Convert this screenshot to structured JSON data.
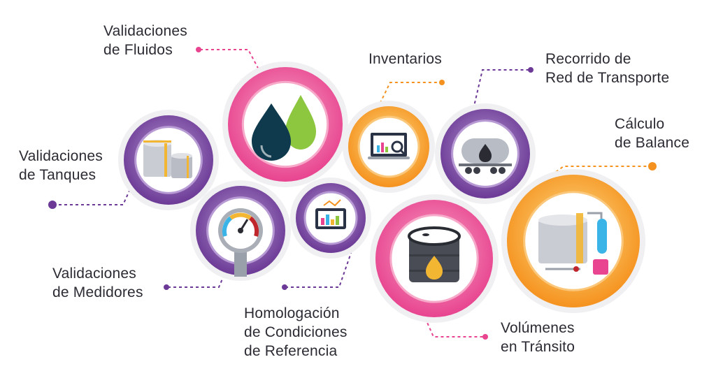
{
  "colors": {
    "pink": "#e8448f",
    "pink_light": "#f7a9c9",
    "purple": "#6c3a96",
    "purple_light": "#b79ad3",
    "orange": "#f5921f",
    "orange_light": "#fbc77a",
    "text": "#2b2b33"
  },
  "nodes": [
    {
      "id": "fluidos",
      "lines": [
        "Validaciones",
        "de Fluidos"
      ],
      "icon": "fluid-drops-icon",
      "color": "pink"
    },
    {
      "id": "inventarios",
      "lines": [
        "Inventarios"
      ],
      "icon": "laptop-chart-magnifier-icon",
      "color": "orange"
    },
    {
      "id": "red",
      "lines": [
        "Recorrido de",
        "Red de Transporte"
      ],
      "icon": "rail-tank-car-icon",
      "color": "purple"
    },
    {
      "id": "balance",
      "lines": [
        "Cálculo",
        "de Balance"
      ],
      "icon": "storage-plant-icon",
      "color": "orange"
    },
    {
      "id": "tanques",
      "lines": [
        "Validaciones",
        "de Tanques"
      ],
      "icon": "storage-tanks-icon",
      "color": "purple"
    },
    {
      "id": "medidores",
      "lines": [
        "Validaciones",
        "de Medidores"
      ],
      "icon": "pressure-gauge-icon",
      "color": "purple"
    },
    {
      "id": "homologacion",
      "lines": [
        "Homologación",
        "de Condiciones",
        "de Referencia"
      ],
      "icon": "tablet-bar-chart-icon",
      "color": "purple"
    },
    {
      "id": "volumenes",
      "lines": [
        "Volúmenes",
        "en Tránsito"
      ],
      "icon": "oil-barrel-icon",
      "color": "pink"
    }
  ]
}
